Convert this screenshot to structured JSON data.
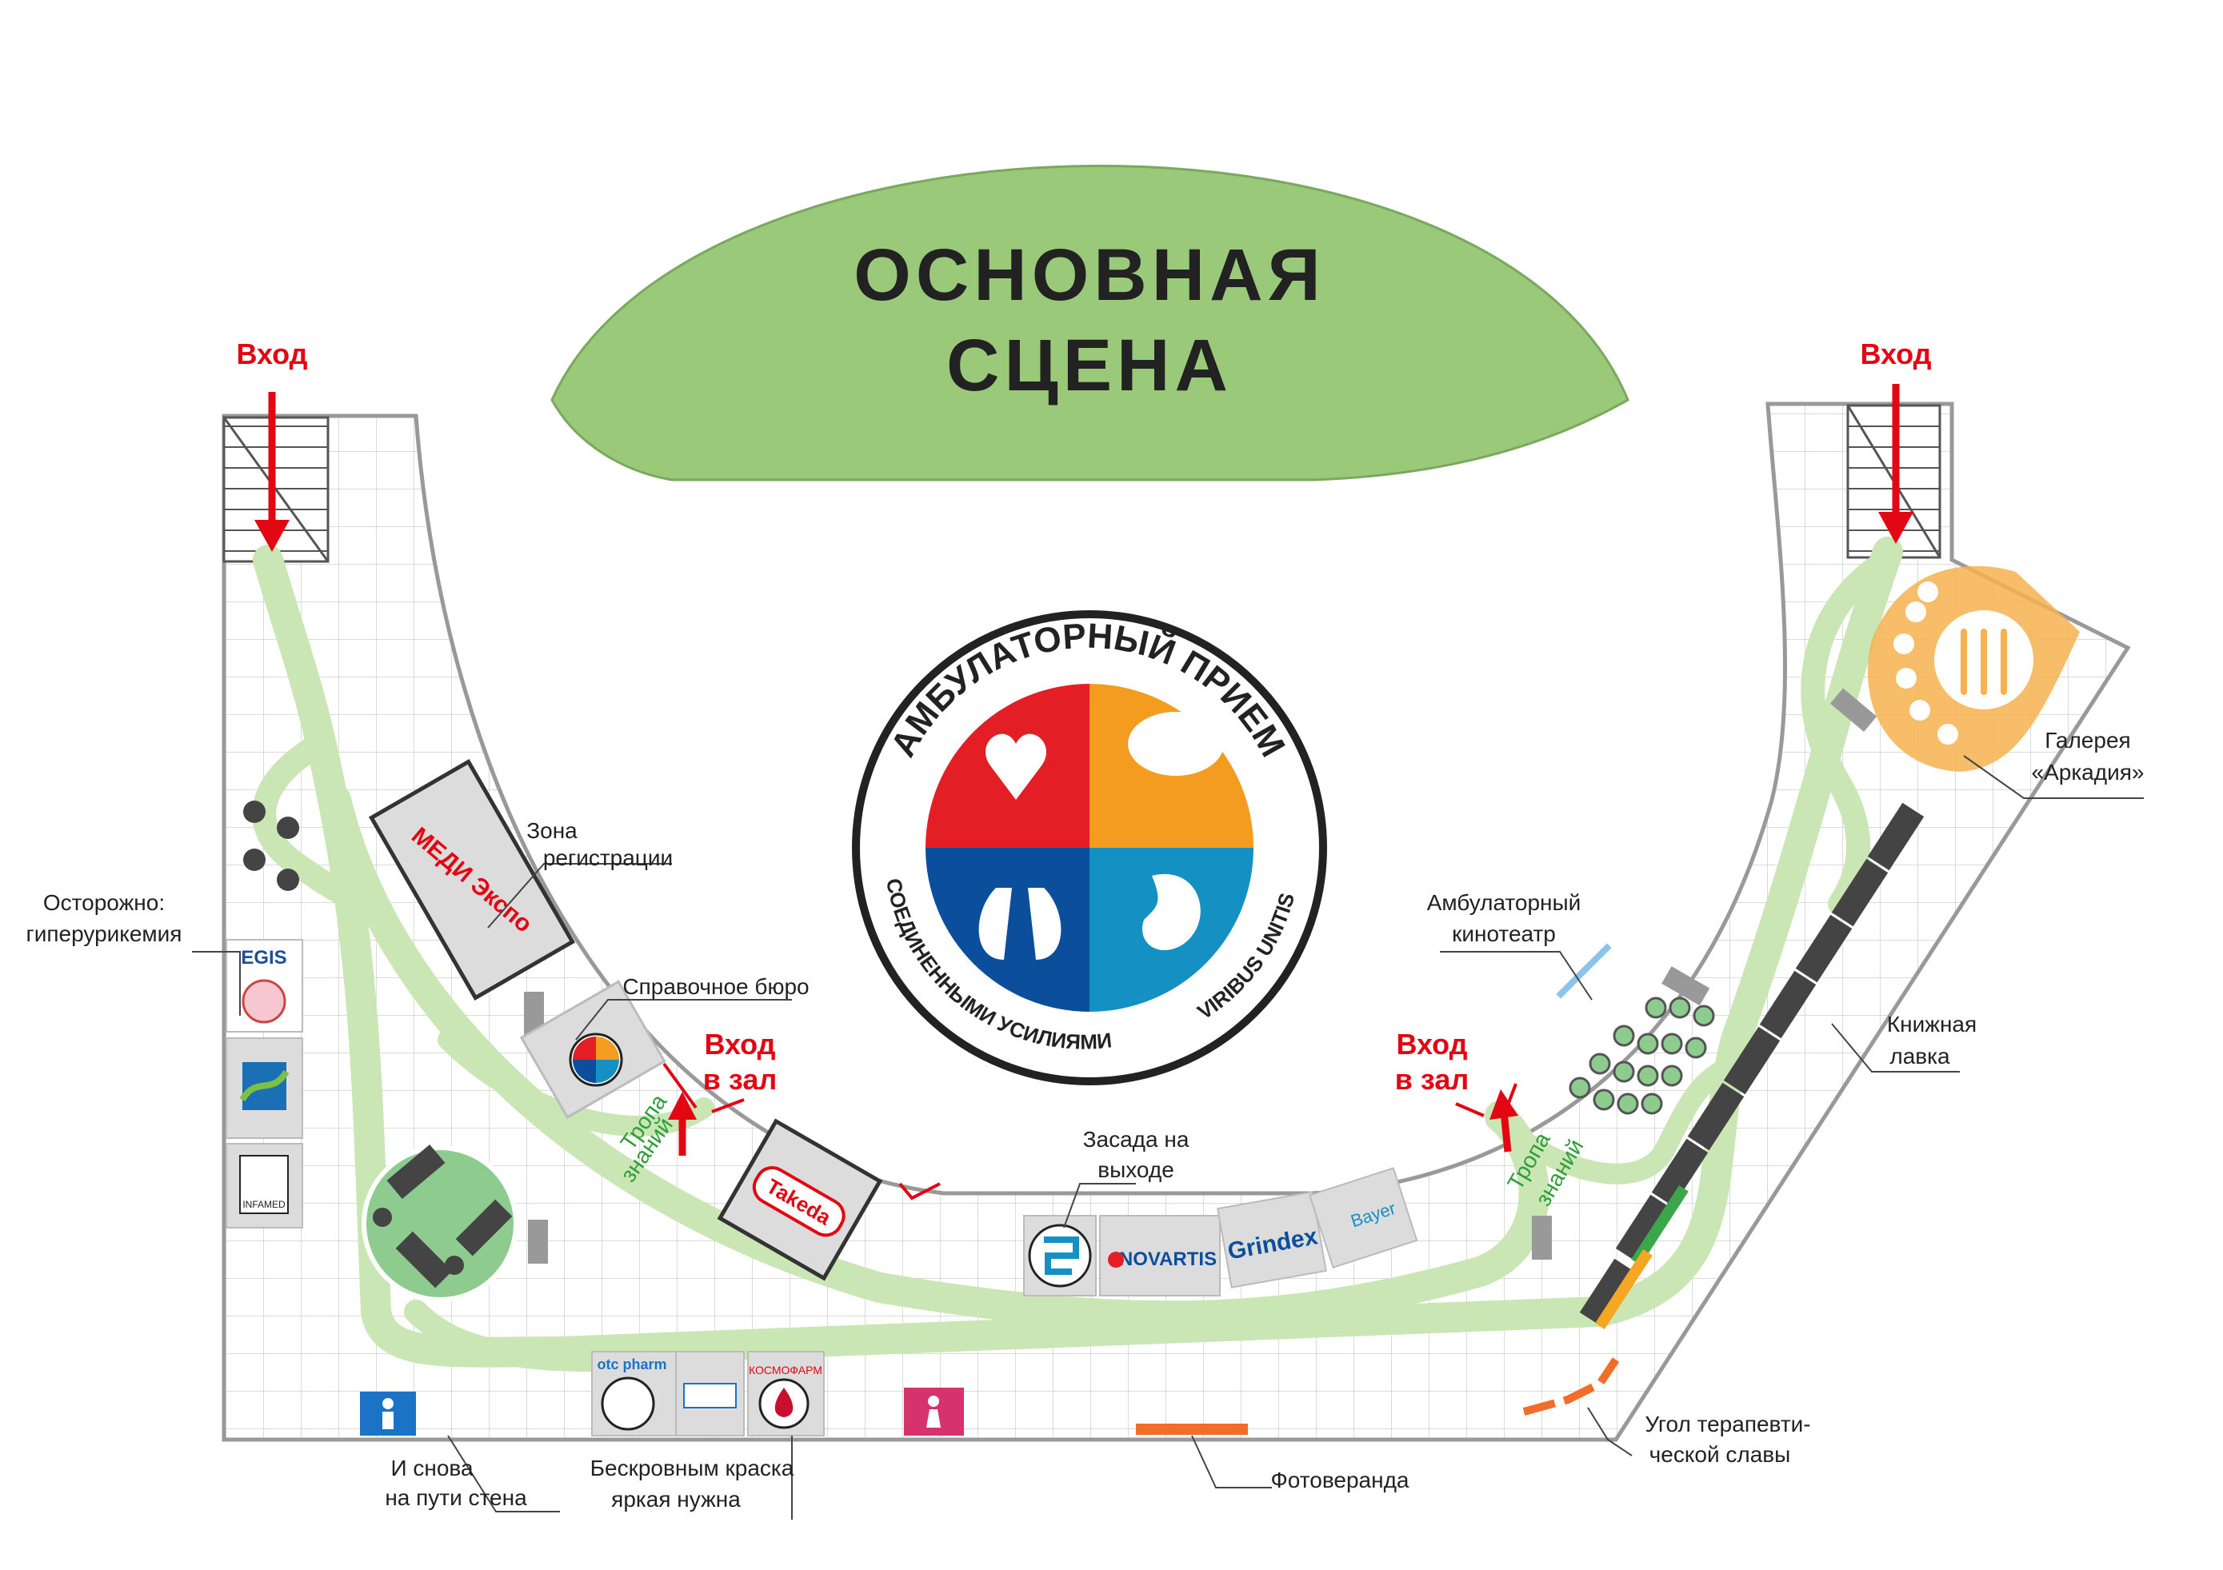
{
  "stage": {
    "line1": "ОСНОВНАЯ",
    "line2": "СЦЕНА"
  },
  "logo": {
    "top": "АМБУЛАТОРНЫЙ ПРИЕМ",
    "bottom_left": "СОЕДИНЕННЫМИ УСИЛИЯМИ",
    "bottom_right": "VIRIBUS UNITIS",
    "colors": {
      "red": "#e31e24",
      "orange": "#f39c1f",
      "blue": "#0b4f9c",
      "teal": "#1590c2"
    }
  },
  "entrances": {
    "left": "Вход",
    "right": "Вход",
    "hall_left": {
      "line1": "Вход",
      "line2": "в зал"
    },
    "hall_right": {
      "line1": "Вход",
      "line2": "в зал"
    }
  },
  "trail": {
    "left": {
      "line1": "Тропа",
      "line2": "знаний"
    },
    "right": {
      "line1": "Тропа",
      "line2": "знаний"
    }
  },
  "labels": {
    "registration": {
      "line1": "Зона",
      "line2": "регистрации"
    },
    "info_desk": "Справочное бюро",
    "caution": {
      "line1": "Осторожно:",
      "line2": "гиперурикемия"
    },
    "ambush": {
      "line1": "Засада на",
      "line2": "выходе"
    },
    "cinema": {
      "line1": "Амбулаторный",
      "line2": "кинотеатр"
    },
    "gallery": {
      "line1": "Галерея",
      "line2": "«Аркадия»"
    },
    "bookshop": {
      "line1": "Книжная",
      "line2": "лавка"
    },
    "wall": {
      "line1": "И снова",
      "line2": "на пути стена"
    },
    "paint": {
      "line1": "Бескровным краска",
      "line2": "яркая нужна"
    },
    "photo": "Фотоверанда",
    "glory": {
      "line1": "Угол терапевти-",
      "line2": "ческой славы"
    }
  },
  "sponsors": {
    "medi": "МЕДИ Экспо",
    "takeda": "Takeda",
    "novartis": "NOVARTIS",
    "grindex": "Grindex",
    "bayer": "Bayer",
    "egis": "EGIS",
    "infamed": "INFAMED",
    "otc": "otc pharm",
    "kosmofarm": "КОСМОФАРМ"
  },
  "colors": {
    "stage_green": "#9ac97a",
    "path_green": "#c9e6b4",
    "round_green": "#8dcb8f",
    "entry_red": "#e30613",
    "gallery_orange": "#f6b24f",
    "floor_grid": "#cfcfcf"
  }
}
